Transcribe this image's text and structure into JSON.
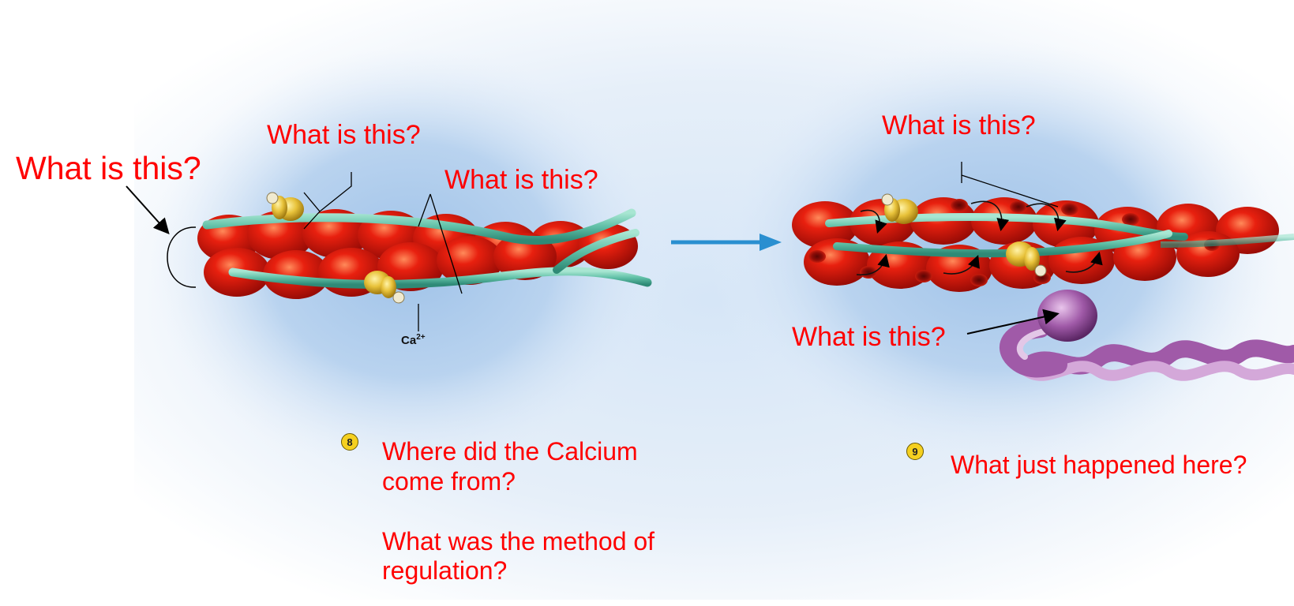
{
  "labels": {
    "left_outer": "What is this?",
    "left_top": "What is this?",
    "left_middle": "What is this?",
    "right_top": "What is this?",
    "right_bottom": "What is this?"
  },
  "ion": {
    "base": "Ca",
    "charge": "2+"
  },
  "steps": [
    {
      "number": "8",
      "lines": [
        "Where did the Calcium",
        "come from?",
        "",
        "What was the method of",
        "regulation?"
      ]
    },
    {
      "number": "9",
      "lines": [
        "What just happened here?"
      ]
    }
  ],
  "colors": {
    "question_text": "#ff0000",
    "actin": "#d81a0e",
    "tropomyosin": "#5fbfa6",
    "troponin": "#e8c23a",
    "myosin": "#a05aa8",
    "arrow": "#2a8fd0",
    "badge": "#f5d020"
  }
}
